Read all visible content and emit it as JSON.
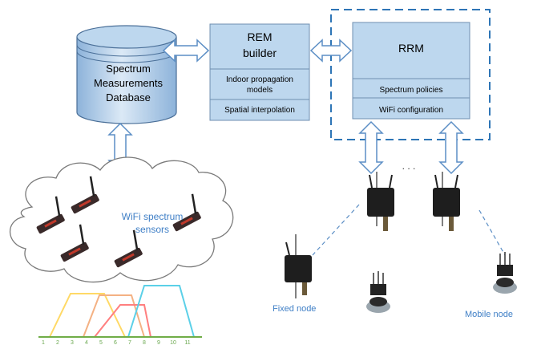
{
  "database": {
    "lines": [
      "Spectrum",
      "Measurements",
      "Database"
    ]
  },
  "rem_builder": {
    "title_lines": [
      "REM",
      "builder"
    ],
    "sub1_lines": [
      "Indoor propagation",
      "models"
    ],
    "sub2": "Spatial interpolation"
  },
  "rrm": {
    "title": "RRM",
    "sub1": "Spectrum policies",
    "sub2": "WiFi configuration"
  },
  "cloud": {
    "lines": [
      "WiFi spectrum",
      "sensors"
    ]
  },
  "ellipsis": ". . .",
  "fixed_node_label": "Fixed node",
  "mobile_node_label": "Mobile node",
  "channel_axis": {
    "ticks": [
      "1",
      "2",
      "3",
      "4",
      "5",
      "6",
      "7",
      "8",
      "9",
      "10",
      "11"
    ]
  },
  "colors": {
    "box_fill": "#bdd7ee",
    "box_stroke": "#6f8fb0",
    "arrow_stroke": "#5b8ec5",
    "dashed_border": "#2e75b6",
    "label_blue": "#3f7fc6",
    "channel_yellow": "#ffd966",
    "channel_orange": "#f4b183",
    "channel_pink": "#ff7f7f",
    "channel_cyan": "#5bd0e8",
    "axis_green": "#70ad47"
  }
}
